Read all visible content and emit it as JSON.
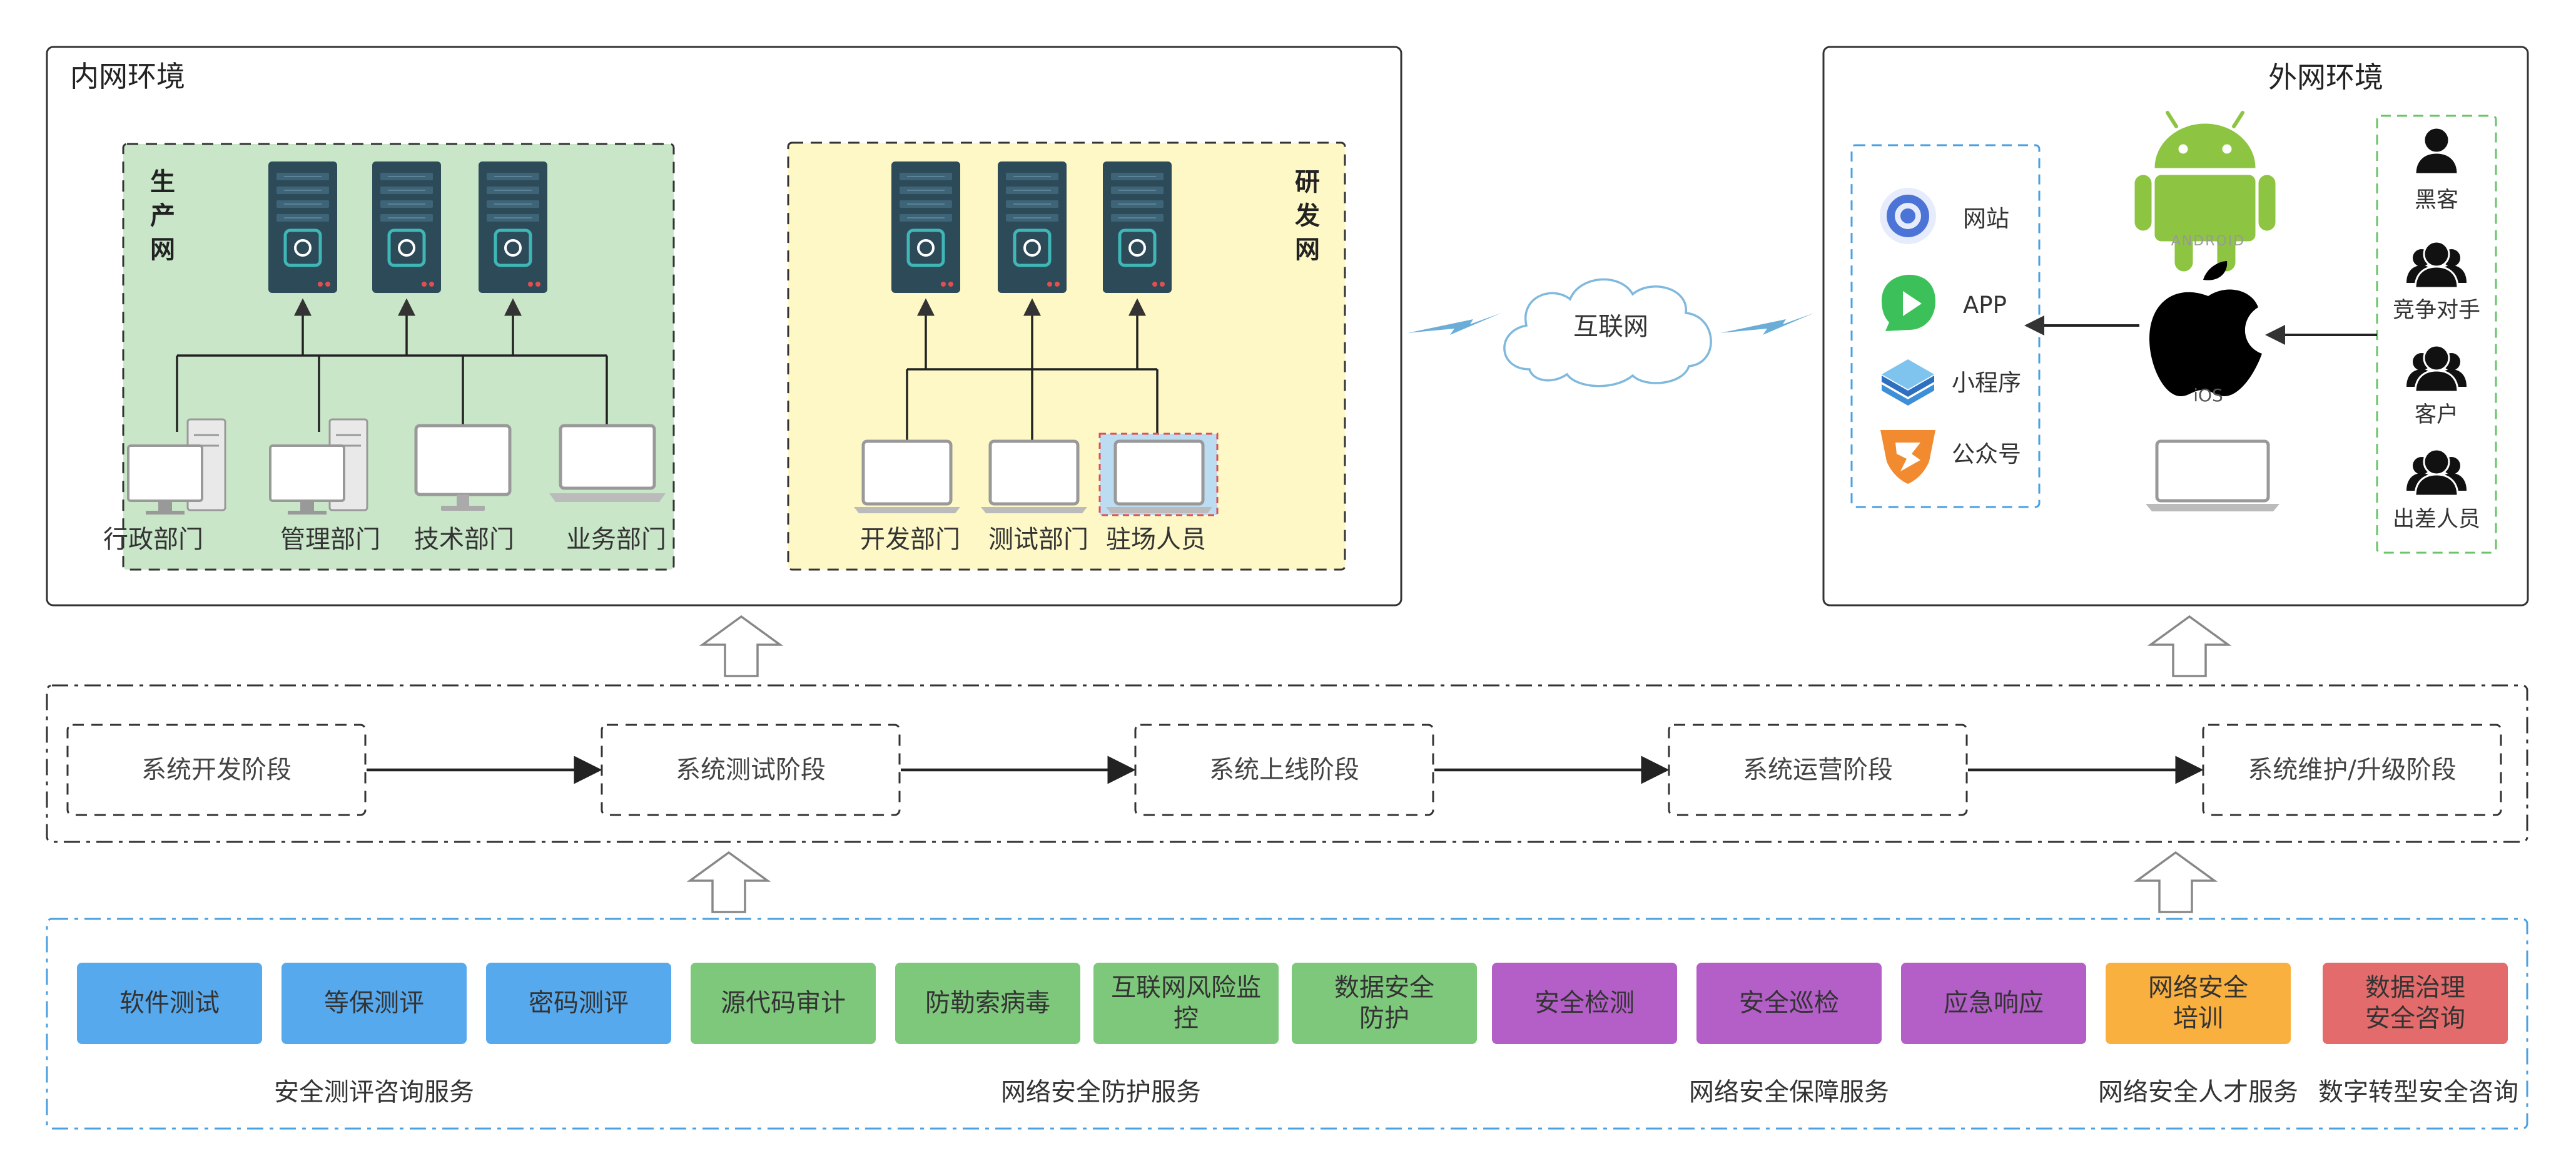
{
  "inner_network": {
    "title": "内网环境",
    "production_zone": {
      "label": "生产网",
      "departments": [
        "行政部门",
        "管理部门",
        "技术部门",
        "业务部门"
      ]
    },
    "rd_zone": {
      "label": "研发网",
      "departments": [
        "开发部门",
        "测试部门",
        "驻场人员"
      ]
    }
  },
  "internet": {
    "label": "互联网"
  },
  "outer_network": {
    "title": "外网环境",
    "apps": [
      "网站",
      "APP",
      "小程序",
      "公众号"
    ],
    "platforms": {
      "android_logo_text": "ANDROID",
      "ios_label": "iOS"
    },
    "people": [
      "黑客",
      "竞争对手",
      "客户",
      "出差人员"
    ]
  },
  "lifecycle": {
    "stages": [
      "系统开发阶段",
      "系统测试阶段",
      "系统上线阶段",
      "系统运营阶段",
      "系统维护/升级阶段"
    ]
  },
  "services": {
    "groups": [
      {
        "name": "安全测评咨询服务",
        "color": "#57a9ee",
        "items": [
          "软件测试",
          "等保测评",
          "密码测评"
        ]
      },
      {
        "name": "网络安全防护服务",
        "color": "#7ec87c",
        "items": [
          "源代码审计",
          "防勒索病毒",
          "互联网风险监控",
          "数据安全防护"
        ]
      },
      {
        "name": "网络安全保障服务",
        "color": "#b45ec8",
        "items": [
          "安全检测",
          "安全巡检",
          "应急响应"
        ]
      },
      {
        "name": "网络安全人才服务",
        "color": "#f9b03f",
        "items": [
          "网络安全培训"
        ]
      },
      {
        "name": "数字转型安全咨询",
        "color": "#e46b6b",
        "items": [
          "数据治理安全咨询"
        ]
      }
    ]
  },
  "colors": {
    "production_bg": "#c9e6c9",
    "rd_bg": "#fdf8c6",
    "server": "#2d4a59",
    "server_accent": "#3fb7b7",
    "android_green": "#8dc542",
    "lightning": "#6aaed8",
    "apps_border": "#4aa0e0",
    "people_border": "#6ac46a"
  }
}
